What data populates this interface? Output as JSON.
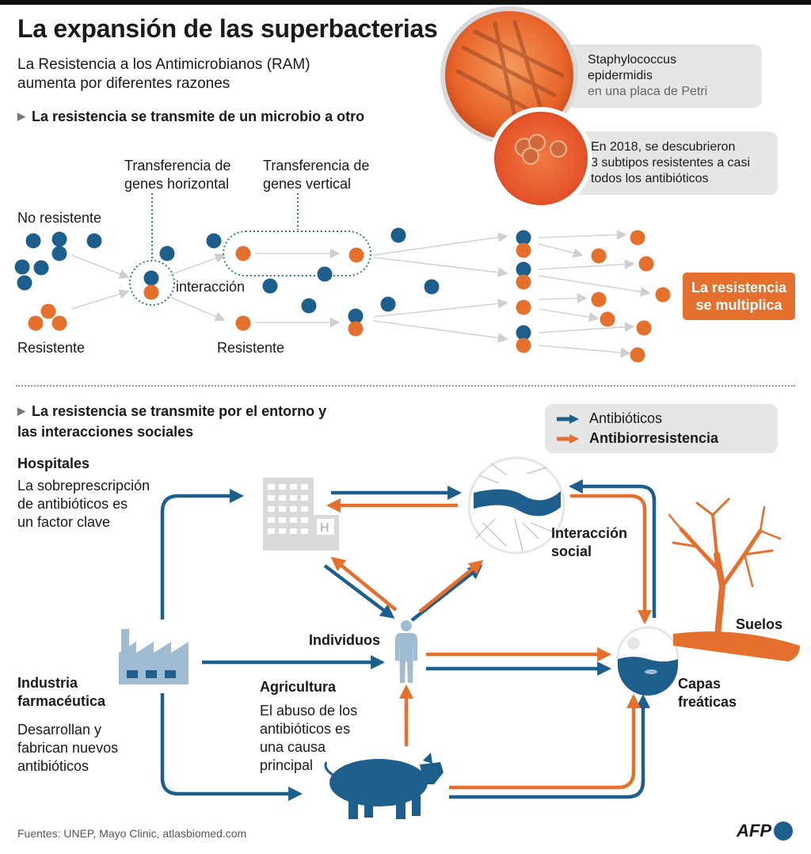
{
  "title": "La expansión de las superbacterias",
  "subtitle": "La Resistencia a los Antimicrobianos (RAM) aumenta por diferentes razones",
  "section1": {
    "heading": "La resistencia se transmite de un microbio a otro",
    "no_resistente": "No resistente",
    "resistente_1": "Resistente",
    "resistente_2": "Resistente",
    "transfer_horizontal": [
      "Transferencia de",
      "genes horizontal"
    ],
    "transfer_vertical": [
      "Transferencia de",
      "genes vertical"
    ],
    "interaccion": "interacción",
    "multiplica": [
      "La resistencia",
      "se multiplica"
    ]
  },
  "callouts": {
    "staph": {
      "line1": "Staphylococcus",
      "line2": "epidermidis",
      "line3": "en una placa de Petri"
    },
    "subtypes": {
      "line1": "En 2018, se descubrieron",
      "line2": "3 subtipos resistentes a casi",
      "line3": "todos los antibióticos"
    }
  },
  "section2": {
    "heading_line1": "La resistencia se transmite por el entorno y",
    "heading_line2": "las interacciones sociales"
  },
  "legend": {
    "antibioticos": "Antibióticos",
    "antibiorresistencia": "Antibiorresistencia"
  },
  "nodes": {
    "hospitales": {
      "title": "Hospitales",
      "desc": [
        "La sobreprescripción",
        "de antibióticos es",
        "un factor clave"
      ]
    },
    "industria": {
      "title": [
        "Industria",
        "farmacéutica"
      ],
      "desc": [
        "Desarrollan y",
        "fabrican nuevos",
        "antibióticos"
      ]
    },
    "agricultura": {
      "title": "Agricultura",
      "desc": [
        "El abuso de los",
        "antibióticos es",
        "una causa",
        "principal"
      ]
    },
    "interaccion_social": [
      "Interacción",
      "social"
    ],
    "individuos": "Individuos",
    "suelos": "Suelos",
    "capas": [
      "Capas",
      "freáticas"
    ]
  },
  "colors": {
    "blue": "#1d5e8c",
    "orange": "#e56f2c",
    "grey": "#e6e6e6"
  },
  "footer": {
    "source": "Fuentes: UNEP, Mayo Clinic, atlasbiomed.com",
    "logo": "AFP"
  }
}
